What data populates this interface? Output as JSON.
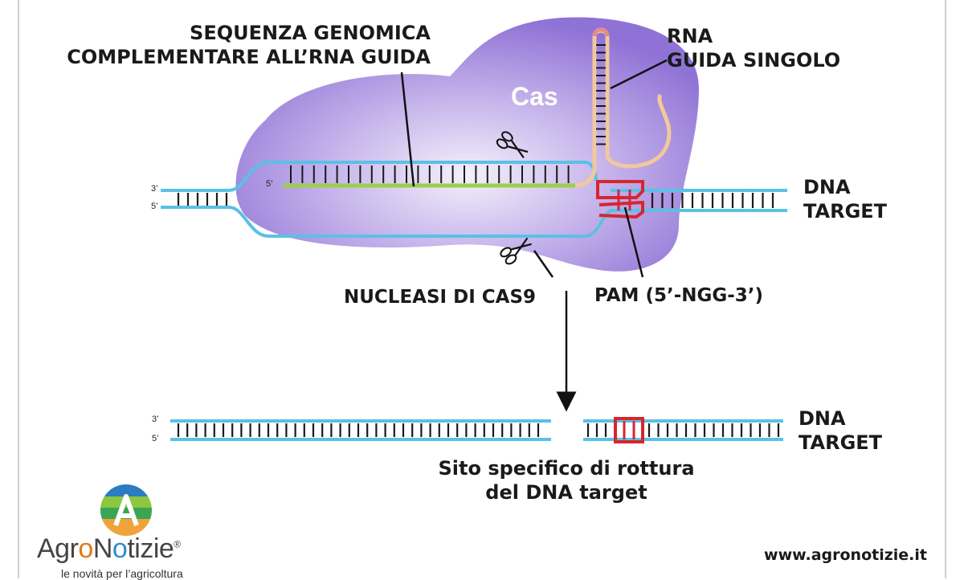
{
  "labels": {
    "genomic_line1": "SEQUENZA GENOMICA",
    "genomic_line2": "COMPLEMENTARE ALL’RNA GUIDA",
    "rna_line1": "RNA",
    "rna_line2": "GUIDA SINGOLO",
    "cas": "Cas",
    "dna_target_1_line1": "DNA",
    "dna_target_1_line2": "TARGET",
    "nuclease": "NUCLEASI DI CAS9",
    "pam": "PAM (5’-NGG-3’)",
    "dna_target_2_line1": "DNA",
    "dna_target_2_line2": "TARGET",
    "cut_site_line1": "Sito specifico di rottura",
    "cut_site_line2": "del DNA target"
  },
  "strand_ends": {
    "top_3": "3’",
    "top_5": "5’",
    "guide_5": "5’",
    "bottom_3": "3’",
    "bottom_5": "5’"
  },
  "logo": {
    "brand_part1": "Agr",
    "brand_o1": "o",
    "brand_part2": "N",
    "brand_o2": "o",
    "brand_part3": "tizie",
    "registered": "®",
    "tagline": "le novità per l’agricoltura"
  },
  "website": "www.agronotizie.it",
  "colors": {
    "cas_protein": "#8f72d6",
    "dna_strand": "#5bc0e6",
    "guide_rna": "#f2c99a",
    "spacer": "#9ccf4a",
    "pam": "#d6262e",
    "rung": "#1a1a1a"
  }
}
